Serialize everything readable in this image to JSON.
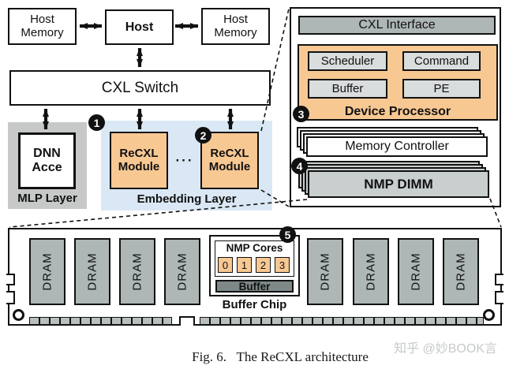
{
  "colors": {
    "accent_orange": "#F8C893",
    "embedding_bg_blue": "#DAE8F5",
    "mlp_bg_gray": "#C7C9C9",
    "chip_gray": "#AFB6B6",
    "inner_box_gray": "#D9DDDD",
    "nmp_dimm_gray": "#C9CECE",
    "buffer_bar_dark": "#7E8888",
    "line_black": "#111111",
    "watermark_gray": "#C6C9CB"
  },
  "host_cluster": {
    "host_memory_left": "Host\nMemory",
    "host": "Host",
    "host_memory_right": "Host\nMemory",
    "cxl_switch": "CXL Switch"
  },
  "mlp_layer": {
    "accelerator": "DNN\nAcce",
    "label": "MLP Layer"
  },
  "embedding_layer": {
    "module_1": "ReCXL\nModule",
    "ellipsis": "···",
    "module_2": "ReCXL\nModule",
    "label": "Embedding Layer"
  },
  "badges": {
    "b1": "1",
    "b2": "2",
    "b3": "3",
    "b4": "4",
    "b5": "5"
  },
  "recxl_module_detail": {
    "cxl_interface": "CXL Interface",
    "device_processor": {
      "scheduler": "Scheduler",
      "command": "Command",
      "buffer": "Buffer",
      "pe": "PE",
      "label": "Device Processor"
    },
    "memory_controller": "Memory Controller",
    "nmp_dimm": "NMP DIMM"
  },
  "dimm_detail": {
    "dram_label": "DRAM",
    "buffer_chip": {
      "title": "NMP Cores",
      "cores": [
        "0",
        "1",
        "2",
        "3"
      ],
      "buffer_bar": "Buffer",
      "label": "Buffer Chip"
    }
  },
  "caption": "Fig. 6.   The ReCXL architecture",
  "watermark": "知乎 @妙BOOK言"
}
